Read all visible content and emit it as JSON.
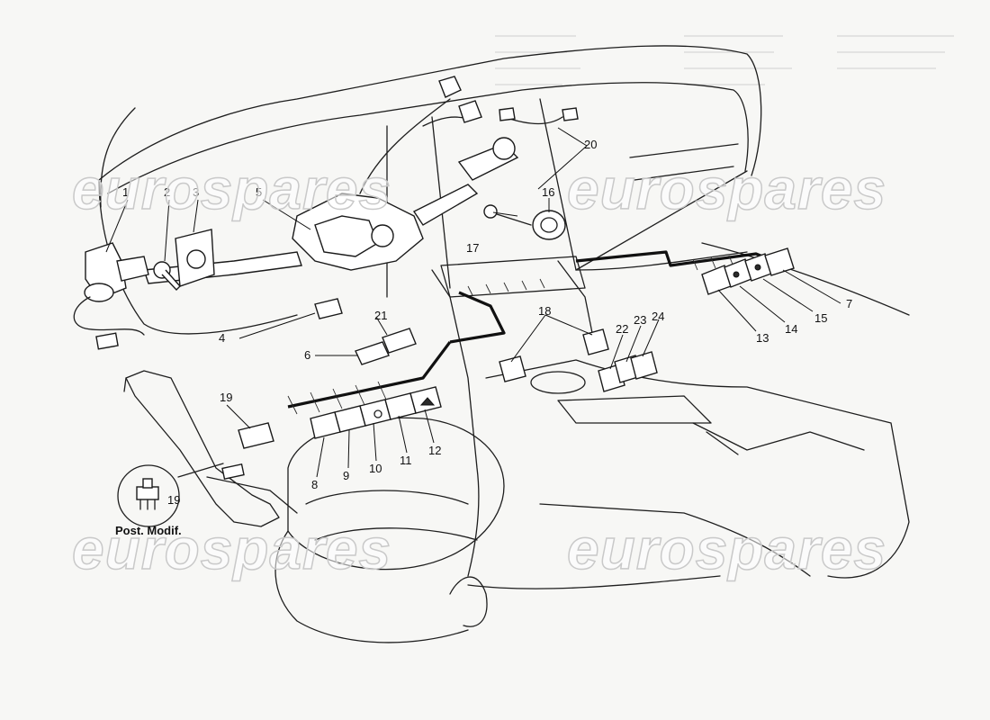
{
  "callouts": [
    {
      "id": "c1",
      "text": "1"
    },
    {
      "id": "c2",
      "text": "2"
    },
    {
      "id": "c3",
      "text": "3"
    },
    {
      "id": "c4",
      "text": "4"
    },
    {
      "id": "c5",
      "text": "5"
    },
    {
      "id": "c6",
      "text": "6"
    },
    {
      "id": "c7",
      "text": "7"
    },
    {
      "id": "c8",
      "text": "8"
    },
    {
      "id": "c9",
      "text": "9"
    },
    {
      "id": "c10",
      "text": "10"
    },
    {
      "id": "c11",
      "text": "11"
    },
    {
      "id": "c12",
      "text": "12"
    },
    {
      "id": "c13",
      "text": "13"
    },
    {
      "id": "c14",
      "text": "14"
    },
    {
      "id": "c15",
      "text": "15"
    },
    {
      "id": "c16",
      "text": "16"
    },
    {
      "id": "c17",
      "text": "17"
    },
    {
      "id": "c18",
      "text": "18"
    },
    {
      "id": "c19",
      "text": "19"
    },
    {
      "id": "c20",
      "text": "20"
    },
    {
      "id": "c21",
      "text": "21"
    },
    {
      "id": "c22",
      "text": "22"
    },
    {
      "id": "c23",
      "text": "23"
    },
    {
      "id": "c24",
      "text": "24"
    }
  ],
  "inset": {
    "callout": "19",
    "caption": "Post. Modif."
  },
  "watermarks": [
    "eurospares",
    "eurospares",
    "eurospares",
    "eurospares"
  ]
}
